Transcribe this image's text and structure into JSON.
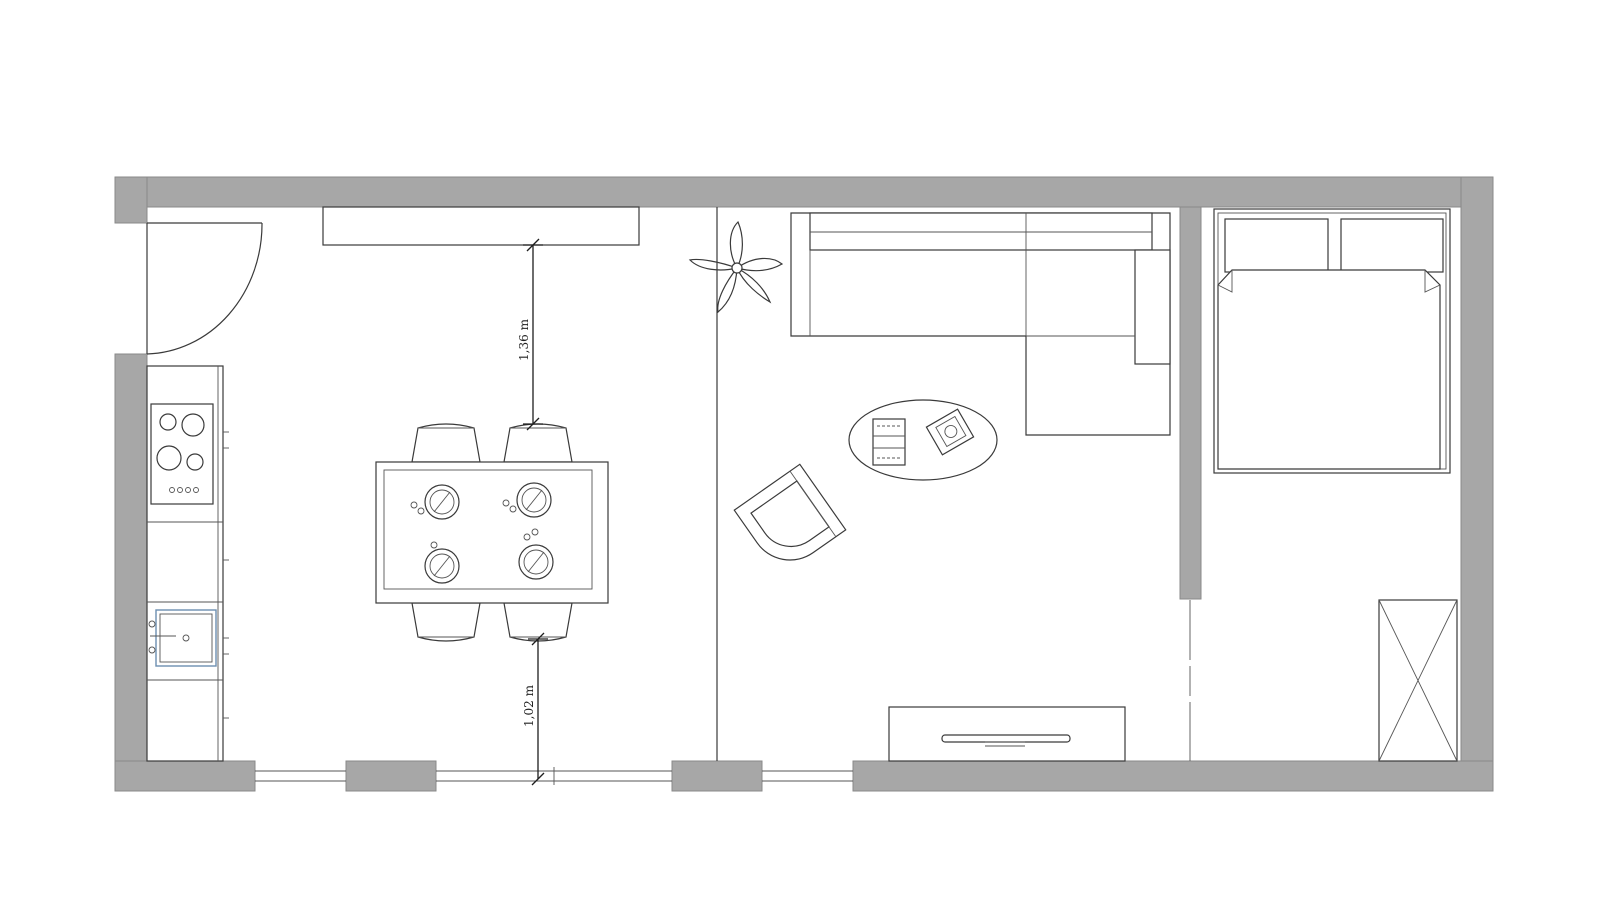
{
  "dimensions": [
    {
      "id": "table-to-counter",
      "label": "1,36 m"
    },
    {
      "id": "table-to-window",
      "label": "1,02 m"
    }
  ],
  "rooms": [
    "kitchen-dining",
    "living-room",
    "bedroom"
  ],
  "colors": {
    "wall": "#a7a7a7",
    "line": "#3a3a3a",
    "sink_accent": "#6c8fb0"
  }
}
